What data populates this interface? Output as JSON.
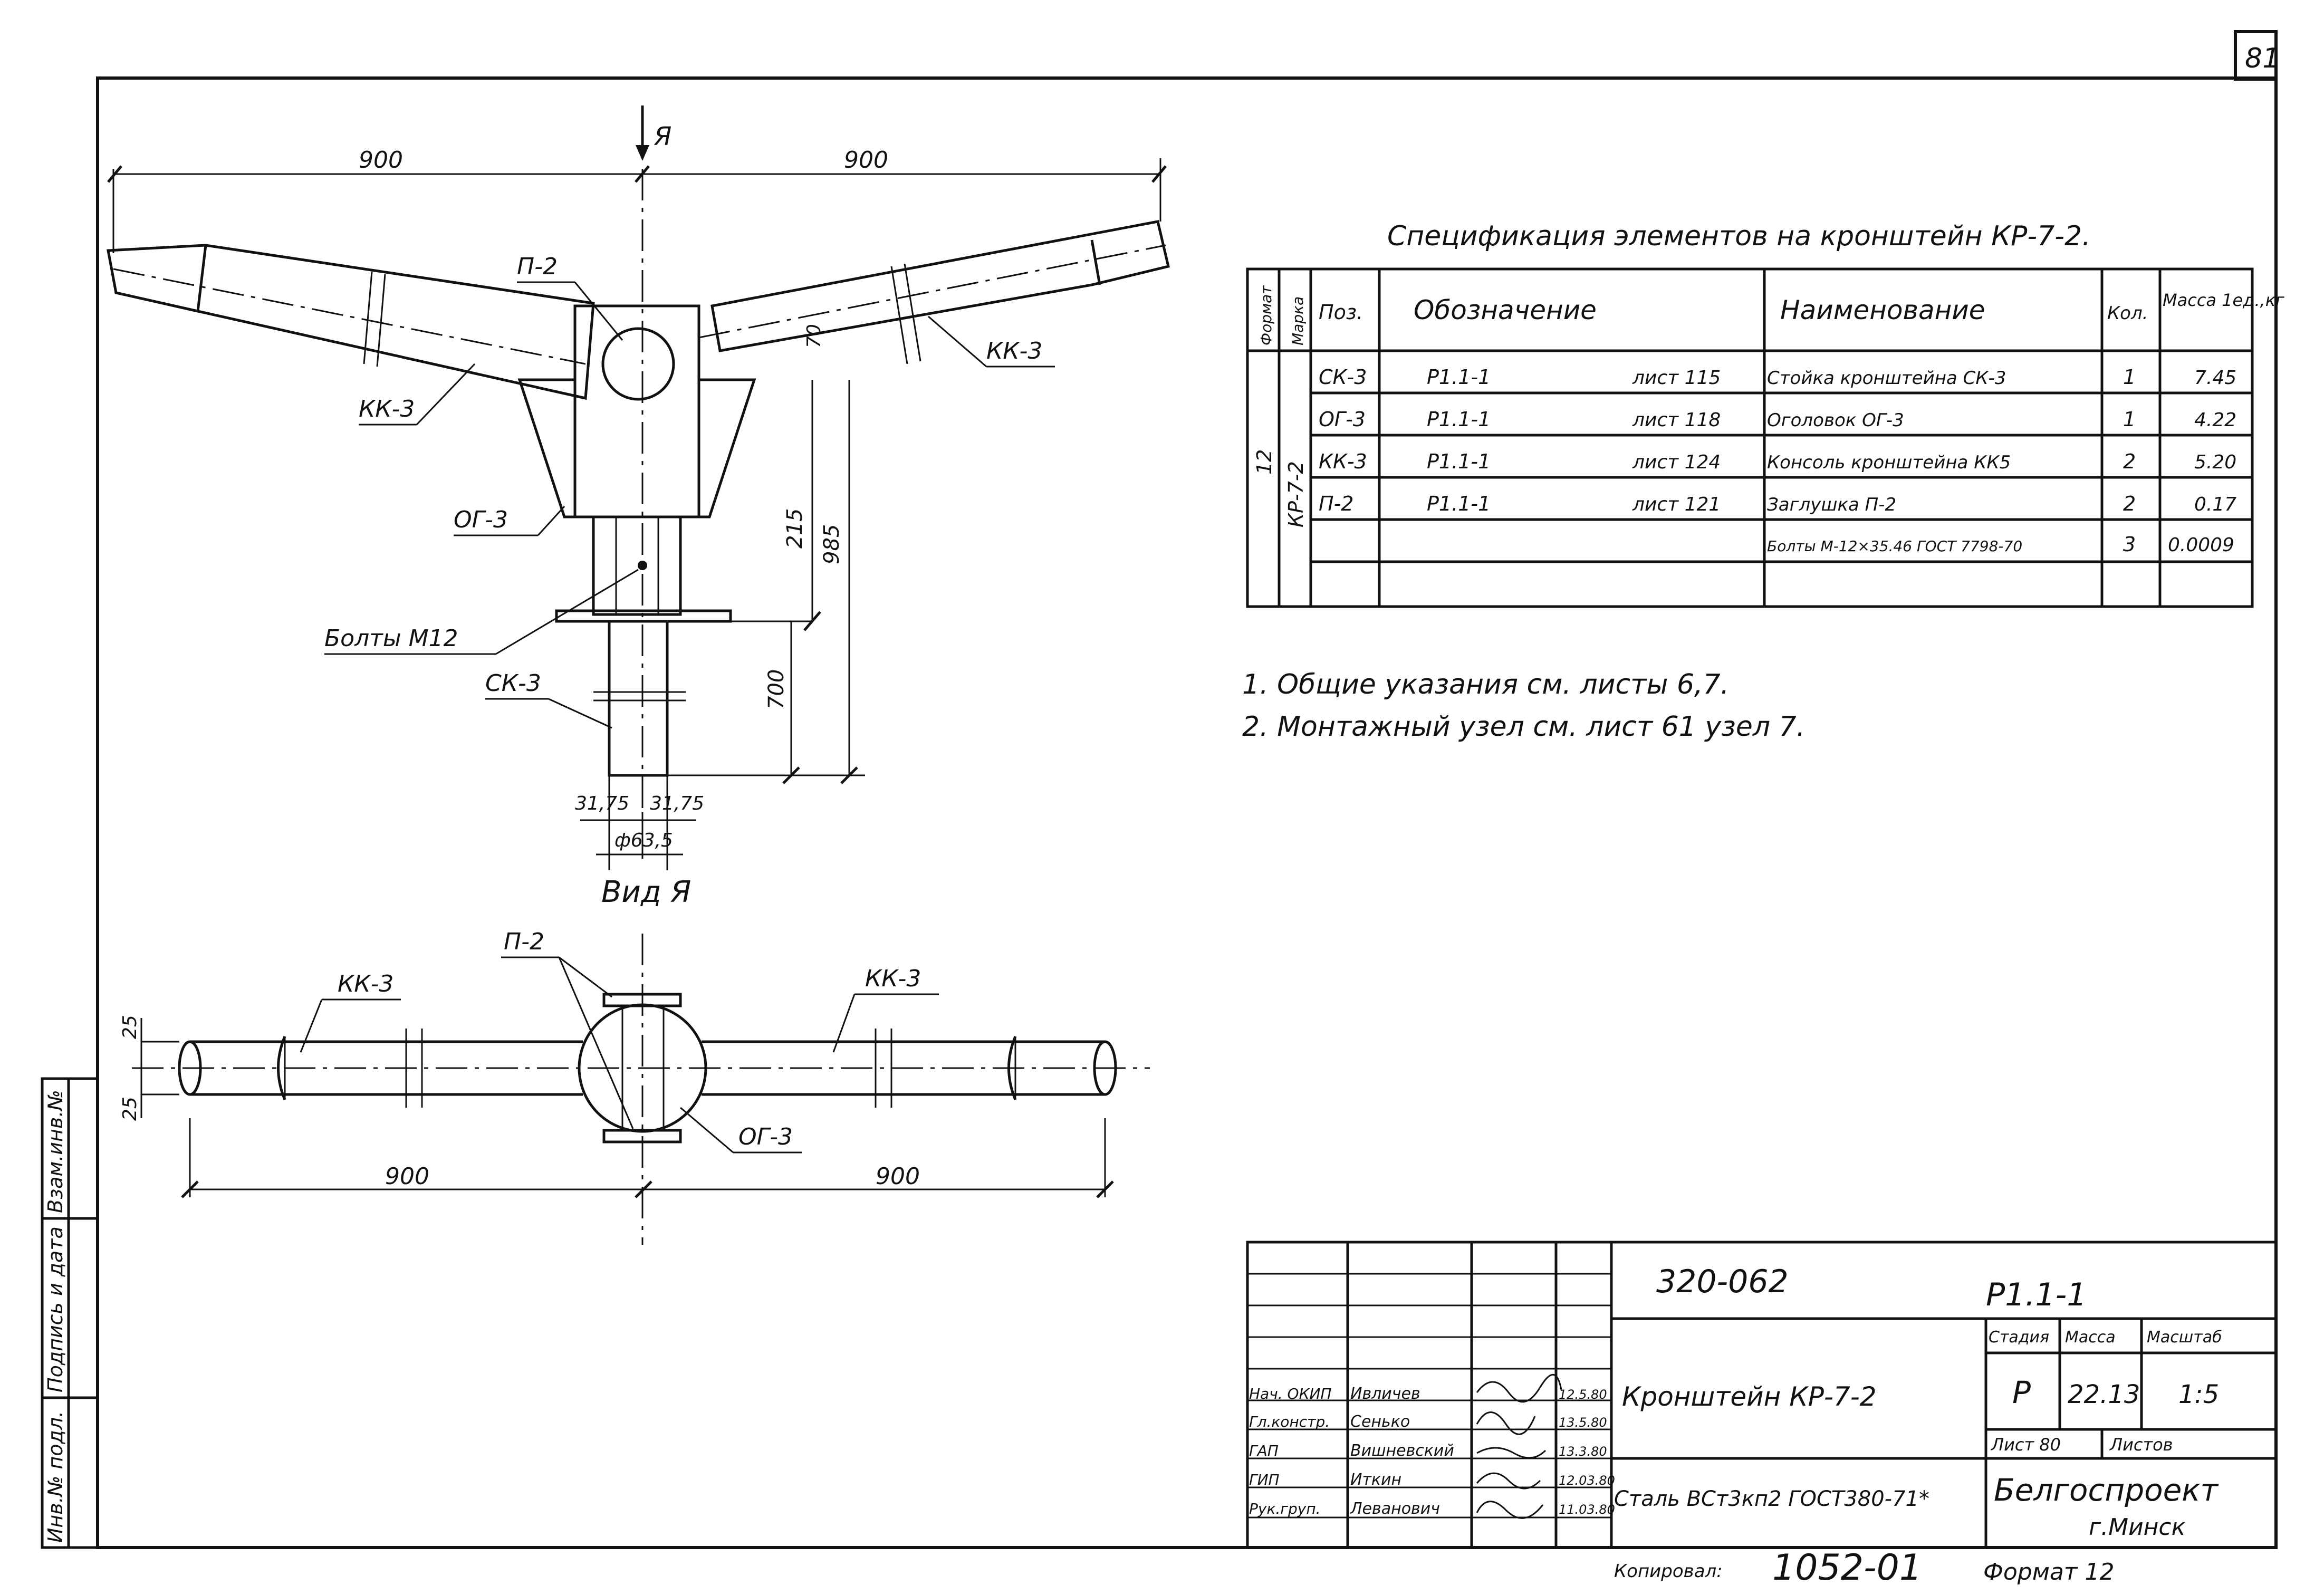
{
  "sheet_no": "81",
  "view_marker": "Я",
  "view_title": "Вид Я",
  "front_view": {
    "dim_left": "900",
    "dim_right": "900",
    "label_plug": "П-2",
    "label_kk3_left": "КК-3",
    "label_kk3_right": "КК-3",
    "label_og3": "ОГ-3",
    "label_bolts": "Болты М12",
    "label_sk3": "СК-3",
    "dim_70": "70",
    "dim_215": "215",
    "dim_985": "985",
    "dim_700": "700",
    "dim_3175_left": "31,75",
    "dim_3175_right": "31,75",
    "dim_dia": "ф63,5"
  },
  "view_a": {
    "label_plug": "П-2",
    "label_kk3_left": "КК-3",
    "label_kk3_right": "КК-3",
    "label_og3": "ОГ-3",
    "dim_25_top": "25",
    "dim_25_bottom": "25",
    "dim_left": "900",
    "dim_right": "900"
  },
  "spec": {
    "title": "Спецификация элементов на кронштейн КР-7-2.",
    "headers": {
      "format": "Формат",
      "mark": "Марка",
      "pos": "Поз.",
      "designation": "Обозначение",
      "name": "Наименование",
      "qty": "Кол.",
      "mass": "Масса 1ед.,кг"
    },
    "format_value": "12",
    "mark_value": "КР-7-2",
    "rows": [
      {
        "pos": "СК-3",
        "doc": "Р1.1-1",
        "sheet": "лист 115",
        "name": "Стойка кронштейна СК-3",
        "qty": "1",
        "mass": "7.45"
      },
      {
        "pos": "ОГ-3",
        "doc": "Р1.1-1",
        "sheet": "лист 118",
        "name": "Оголовок ОГ-3",
        "qty": "1",
        "mass": "4.22"
      },
      {
        "pos": "КК-3",
        "doc": "Р1.1-1",
        "sheet": "лист 124",
        "name": "Консоль кронштейна КК5",
        "qty": "2",
        "mass": "5.20"
      },
      {
        "pos": "П-2",
        "doc": "Р1.1-1",
        "sheet": "лист 121",
        "name": "Заглушка П-2",
        "qty": "2",
        "mass": "0.17"
      },
      {
        "pos": "",
        "doc": "",
        "sheet": "",
        "name": "Болты М-12×35.46 ГОСТ 7798-70",
        "qty": "3",
        "mass": "0.0009"
      }
    ]
  },
  "notes": [
    "1. Общие указания см. листы 6,7.",
    "2. Монтажный узел см. лист 61 узел 7."
  ],
  "left_strip": {
    "col1": "Взам.инв.№",
    "col2": "Подпись и дата",
    "col3": "Инв.№ подл."
  },
  "title_block": {
    "project_no": "320-062",
    "series": "Р1.1-1",
    "title": "Кронштейн КР-7-2",
    "material": "Сталь ВСт3кп2 ГОСТ380-71*",
    "stage_label": "Стадия",
    "mass_label": "Масса",
    "scale_label": "Масштаб",
    "stage": "Р",
    "mass": "22.13",
    "scale": "1:5",
    "sheet_label": "Лист 80",
    "sheets_label": "Листов",
    "org": "Белгоспроект",
    "city": "г.Минск",
    "people": [
      {
        "role": "Нач. ОКИП",
        "name": "Ивличев",
        "date": "12.5.80"
      },
      {
        "role": "Гл.констр.",
        "name": "Сенько",
        "date": "13.5.80"
      },
      {
        "role": "ГАП",
        "name": "Вишневский",
        "date": "13.3.80"
      },
      {
        "role": "ГИП",
        "name": "Иткин",
        "date": "12.03.80"
      },
      {
        "role": "Рук.груп.",
        "name": "Леванович",
        "date": "11.03.80"
      }
    ],
    "copied": "Копировал:",
    "doc_no": "1052-01",
    "format": "Формат 12"
  }
}
